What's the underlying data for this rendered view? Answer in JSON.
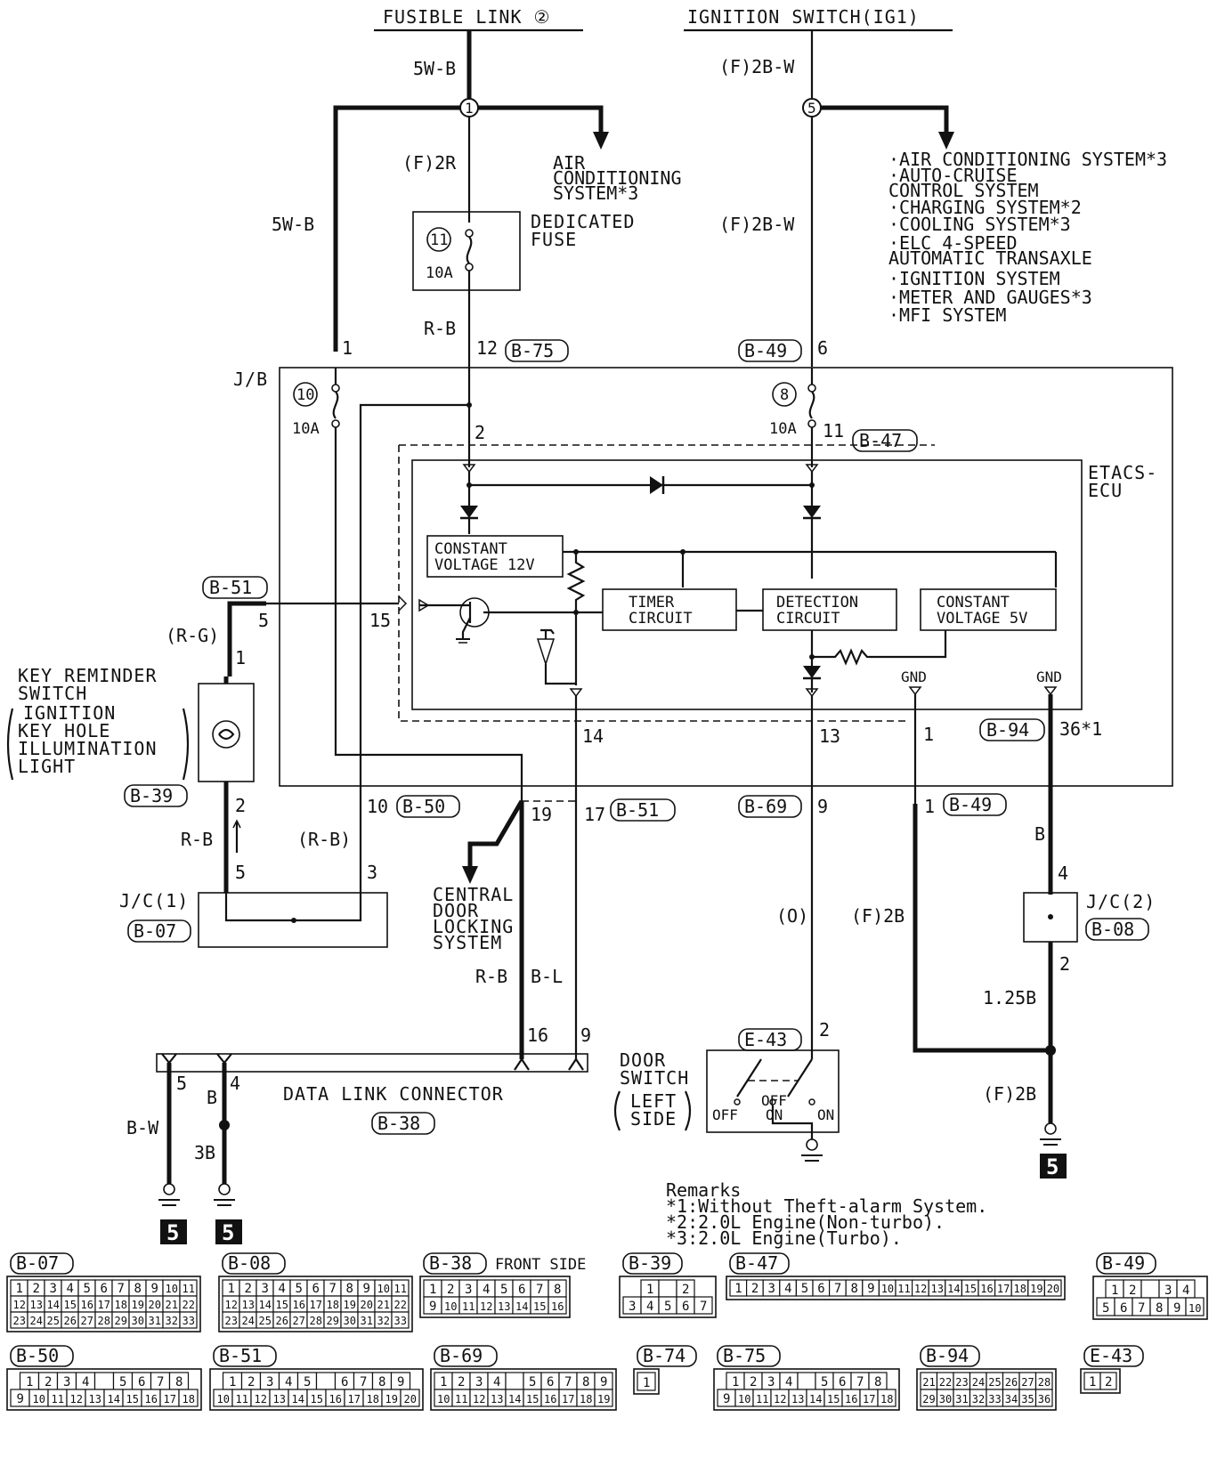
{
  "sources": {
    "fusible_link": "FUSIBLE LINK ②",
    "ignition_switch": "IGNITION SWITCH(IG1)"
  },
  "wires": {
    "w5wb_top": "5W-B",
    "f2r": "(F)2R",
    "w5wb_left": "5W-B",
    "rb_12": "R-B",
    "f2bw_top": "(F)2B-W",
    "f2bw_mid": "(F)2B-W",
    "rg": "(R-G)",
    "rb_key": "R-B",
    "rb_paren": "(R-B)",
    "rb_dlc": "R-B",
    "bl_dlc": "B-L",
    "o_door": "(O)",
    "f2b_mid": "(F)2B",
    "b_jc2": "B",
    "w125b": "1.25B",
    "f2b_bottom": "(F)2B",
    "bw_dlc": "B-W",
    "b_dlc": "B",
    "w3b": "3B"
  },
  "fuses": {
    "dedicated_num": "11",
    "dedicated_amp": "10A",
    "dedicated_label_1": "DEDICATED",
    "dedicated_label_2": "FUSE",
    "jb_fuse_10_num": "10",
    "jb_fuse_10_amp": "10A",
    "jb_fuse_8_num": "8",
    "jb_fuse_8_amp": "10A"
  },
  "junctions": {
    "j1": "1",
    "j5": "5"
  },
  "ac_system": [
    "AIR",
    "CONDITIONING",
    "SYSTEM*3"
  ],
  "ig_systems": [
    "·AIR CONDITIONING SYSTEM*3",
    "·AUTO-CRUISE",
    " CONTROL SYSTEM",
    "·CHARGING SYSTEM*2",
    "·COOLING SYSTEM*3",
    "·ELC 4-SPEED",
    " AUTOMATIC TRANSAXLE",
    "·IGNITION SYSTEM",
    "·METER AND GAUGES*3",
    "·MFI SYSTEM"
  ],
  "jb_label": "J/B",
  "ecu": {
    "name_1": "ETACS-",
    "name_2": "ECU",
    "cv12_1": "CONSTANT",
    "cv12_2": "VOLTAGE 12V",
    "timer_1": "TIMER",
    "timer_2": "CIRCUIT",
    "detect_1": "DETECTION",
    "detect_2": "CIRCUIT",
    "cv5_1": "CONSTANT",
    "cv5_2": "VOLTAGE 5V",
    "gnd_1": "GND",
    "gnd_2": "GND"
  },
  "pins": {
    "p1_top": "1",
    "p12": "12",
    "p6": "6",
    "p2": "2",
    "p11": "11",
    "p5": "5",
    "p15": "15",
    "p14": "14",
    "p13": "13",
    "p1_gnd": "1",
    "p36": "36*1",
    "key_1": "1",
    "key_2": "2",
    "key_5": "5",
    "p10": "10",
    "p3": "3",
    "p19": "19",
    "p17": "17",
    "p9": "9",
    "p1_b49": "1",
    "jc2_4": "4",
    "jc2_2": "2",
    "dlc_16": "16",
    "dlc_9": "9",
    "dlc_5": "5",
    "dlc_4": "4",
    "door_2": "2"
  },
  "conn_tags": {
    "b75": "B-75",
    "b49_top": "B-49",
    "b47": "B-47",
    "b51_left": "B-51",
    "b94": "B-94",
    "b39": "B-39",
    "b50": "B-50",
    "b51_bottom": "B-51",
    "b69": "B-69",
    "b49_bottom": "B-49",
    "b07": "B-07",
    "b08": "B-08",
    "e43": "E-43",
    "b38": "B-38"
  },
  "components": {
    "key_reminder": [
      "KEY REMINDER",
      "SWITCH"
    ],
    "key_light": [
      "IGNITION",
      "KEY HOLE",
      "ILLUMINATION",
      "LIGHT"
    ],
    "jc1": "J/C(1)",
    "jc2": "J/C(2)",
    "central_door": [
      "CENTRAL",
      "DOOR",
      "LOCKING",
      "SYSTEM"
    ],
    "dlc": "DATA LINK CONNECTOR",
    "door_switch": [
      "DOOR",
      "SWITCH"
    ],
    "door_side": [
      "LEFT",
      "SIDE"
    ],
    "sw_off_1": "OFF",
    "sw_off_2": "OFF",
    "sw_on_1": "ON",
    "sw_on_2": "ON"
  },
  "grounds": [
    "5",
    "5",
    "5"
  ],
  "remarks": {
    "title": "Remarks",
    "items": [
      "*1:Without Theft-alarm System.",
      "*2:2.0L Engine(Non-turbo).",
      "*3:2.0L Engine(Turbo)."
    ]
  },
  "connector_views": {
    "b07": {
      "label": "B-07",
      "row1": [
        "1",
        "2",
        "3",
        "4",
        "5",
        "6",
        "7",
        "8",
        "9",
        "10",
        "11"
      ],
      "row2": [
        "12",
        "13",
        "14",
        "15",
        "16",
        "17",
        "18",
        "19",
        "20",
        "21",
        "22"
      ],
      "row3": [
        "23",
        "24",
        "25",
        "26",
        "27",
        "28",
        "29",
        "30",
        "31",
        "32",
        "33"
      ]
    },
    "b08": {
      "label": "B-08",
      "row1": [
        "1",
        "2",
        "3",
        "4",
        "5",
        "6",
        "7",
        "8",
        "9",
        "10",
        "11"
      ],
      "row2": [
        "12",
        "13",
        "14",
        "15",
        "16",
        "17",
        "18",
        "19",
        "20",
        "21",
        "22"
      ],
      "row3": [
        "23",
        "24",
        "25",
        "26",
        "27",
        "28",
        "29",
        "30",
        "31",
        "32",
        "33"
      ]
    },
    "b38": {
      "label": "B-38",
      "caption": "FRONT SIDE",
      "row1": [
        "1",
        "2",
        "3",
        "4",
        "5",
        "6",
        "7",
        "8"
      ],
      "row2": [
        "9",
        "10",
        "11",
        "12",
        "13",
        "14",
        "15",
        "16"
      ]
    },
    "b39": {
      "label": "B-39",
      "row1": [
        "1",
        "",
        "2"
      ],
      "row2": [
        "3",
        "4",
        "5",
        "6",
        "7"
      ]
    },
    "b47": {
      "label": "B-47",
      "row1": [
        "1",
        "2",
        "3",
        "4",
        "5",
        "6",
        "7",
        "8",
        "9",
        "10",
        "11",
        "12",
        "13",
        "14",
        "15",
        "16",
        "17",
        "18",
        "19",
        "20"
      ]
    },
    "b49": {
      "label": "B-49",
      "row1": [
        "1",
        "2",
        "",
        "3",
        "4"
      ],
      "row2": [
        "5",
        "6",
        "7",
        "8",
        "9",
        "10"
      ]
    },
    "b50": {
      "label": "B-50",
      "row1": [
        "1",
        "2",
        "3",
        "4",
        "",
        "5",
        "6",
        "7",
        "8"
      ],
      "row2": [
        "9",
        "10",
        "11",
        "12",
        "13",
        "14",
        "15",
        "16",
        "17",
        "18"
      ]
    },
    "b51": {
      "label": "B-51",
      "row1": [
        "1",
        "2",
        "3",
        "4",
        "5",
        "",
        "6",
        "7",
        "8",
        "9"
      ],
      "row2": [
        "10",
        "11",
        "12",
        "13",
        "14",
        "15",
        "16",
        "17",
        "18",
        "19",
        "20"
      ]
    },
    "b69": {
      "label": "B-69",
      "row1": [
        "1",
        "2",
        "3",
        "4",
        "",
        "5",
        "6",
        "7",
        "8",
        "9"
      ],
      "row2": [
        "10",
        "11",
        "12",
        "13",
        "14",
        "15",
        "16",
        "17",
        "18",
        "19"
      ]
    },
    "b74": {
      "label": "B-74",
      "row1": [
        "1"
      ]
    },
    "b75": {
      "label": "B-75",
      "row1": [
        "1",
        "2",
        "3",
        "4",
        "",
        "5",
        "6",
        "7",
        "8"
      ],
      "row2": [
        "9",
        "10",
        "11",
        "12",
        "13",
        "14",
        "15",
        "16",
        "17",
        "18"
      ]
    },
    "b94": {
      "label": "B-94",
      "row1": [
        "21",
        "22",
        "23",
        "24",
        "25",
        "26",
        "27",
        "28"
      ],
      "row2": [
        "29",
        "30",
        "31",
        "32",
        "33",
        "34",
        "35",
        "36"
      ]
    },
    "e43": {
      "label": "E-43",
      "row1": [
        "1",
        "2"
      ]
    }
  }
}
